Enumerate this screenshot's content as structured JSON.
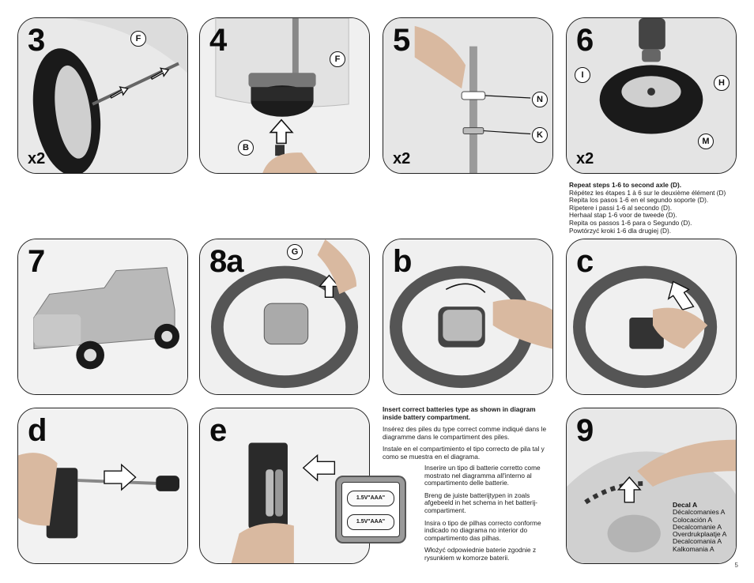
{
  "panels": {
    "p3": {
      "step": "3",
      "qty": "x2",
      "callouts": [
        "F"
      ]
    },
    "p4": {
      "step": "4",
      "callouts": [
        "F",
        "B"
      ]
    },
    "p5": {
      "step": "5",
      "qty": "x2",
      "callouts": [
        "N",
        "K"
      ]
    },
    "p6": {
      "step": "6",
      "qty": "x2",
      "callouts": [
        "I",
        "H",
        "M"
      ]
    },
    "p7": {
      "step": "7"
    },
    "p8a": {
      "step": "8a",
      "callouts": [
        "G"
      ]
    },
    "pb": {
      "step": "b"
    },
    "pc": {
      "step": "c"
    },
    "pd": {
      "step": "d"
    },
    "pe": {
      "step": "e"
    },
    "p9": {
      "step": "9"
    }
  },
  "repeat_note": {
    "bold": "Repeat steps 1-6 to second axle (D).",
    "lines": [
      "Répétez les étapes 1 à 6 sur le deuxième élément (D)",
      "Repita los pasos 1-6 en el segundo soporte (D).",
      "Ripetere i passi 1-6  al secondo (D).",
      "Herhaal stap 1-6  voor de tweede (D).",
      "Repita os passos 1-6  para o Segundo (D).",
      "Powtórzyć kroki 1-6   dla drugiej (D)."
    ]
  },
  "battery_note": {
    "bold": "Insert correct batteries type as shown in diagram inside battery compartment.",
    "fr": "Insérez des piles du type correct comme indiqué dans le diagramme dans le compartiment des piles.",
    "es": "Instale en el compartimiento el tipo correcto de pila tal y como se muestra en el diagrama.",
    "it": "Inserire un tipo di batterie corretto come mostrato nel diagramma all'interno al compartimento delle batterie.",
    "nl": "Breng de juiste batterijtypen in zoals afgebeeld in het schema in het batterij-compartiment.",
    "pt": "Insira o tipo de pilhas correcto conforme indicado no diagrama no interior do compartimento das pilhas.",
    "pl": "Włożyć odpowiednie baterie zgodnie z rysunkiem w komorze baterii."
  },
  "battery_cells": [
    "1.5V\"AAA\"",
    "1.5V\"AAA\""
  ],
  "decal": {
    "bold": "Decal A",
    "lines": [
      "Décalcomanies A",
      "Colocación A",
      "Decalcomanie A",
      "Overdrukplaatje A",
      "Decalcomania A",
      "Kalkomania A"
    ]
  },
  "page_number": "5"
}
